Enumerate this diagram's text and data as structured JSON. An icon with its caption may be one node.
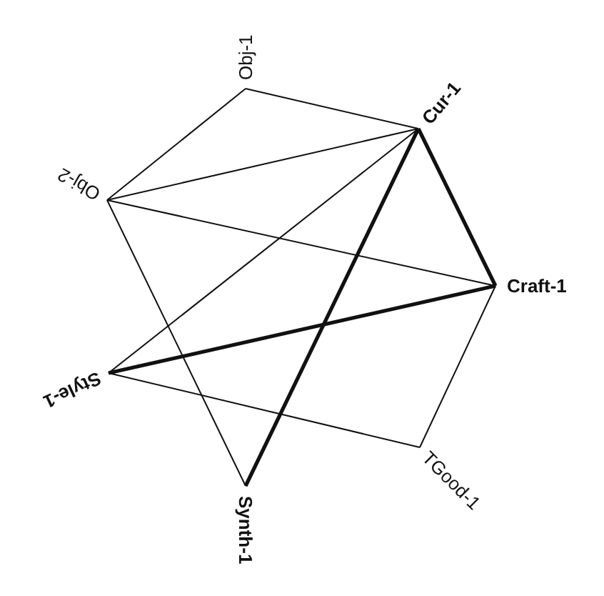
{
  "diagram": {
    "nodes": [
      {
        "text": [
          "Obj-1"
        ]
      },
      {
        "text": [
          "Cur-1"
        ]
      },
      {
        "text": [
          "Obj-2"
        ]
      },
      {
        "text": [
          "Craft-1"
        ]
      },
      {
        "text": [
          "Style-1"
        ]
      },
      {
        "text": [
          "Synth-1"
        ]
      },
      {
        "text": [
          "TGood-1"
        ]
      }
    ],
    "edges": [
      {
        "from": 0,
        "to": 1,
        "arrow": "none"
      },
      {
        "from": 0,
        "to": 2,
        "arrow": "none"
      },
      {
        "from": 2,
        "to": 1,
        "arrow": "none"
      },
      {
        "from": 2,
        "to": 3,
        "arrow": "none"
      },
      {
        "from": 2,
        "to": 5,
        "arrow": "none"
      },
      {
        "from": 1,
        "to": 4,
        "arrow": "none"
      },
      {
        "from": 1,
        "to": 5,
        "arrow": "none",
        "style": "thick"
      },
      {
        "from": 1,
        "to": 3,
        "arrow": "none",
        "style": "thick"
      },
      {
        "from": 3,
        "to": 4,
        "arrow": "none",
        "style": "thick"
      },
      {
        "from": 3,
        "to": 6,
        "arrow": "none"
      },
      {
        "from": 4,
        "to": 6,
        "arrow": "none"
      }
    ]
  }
}
